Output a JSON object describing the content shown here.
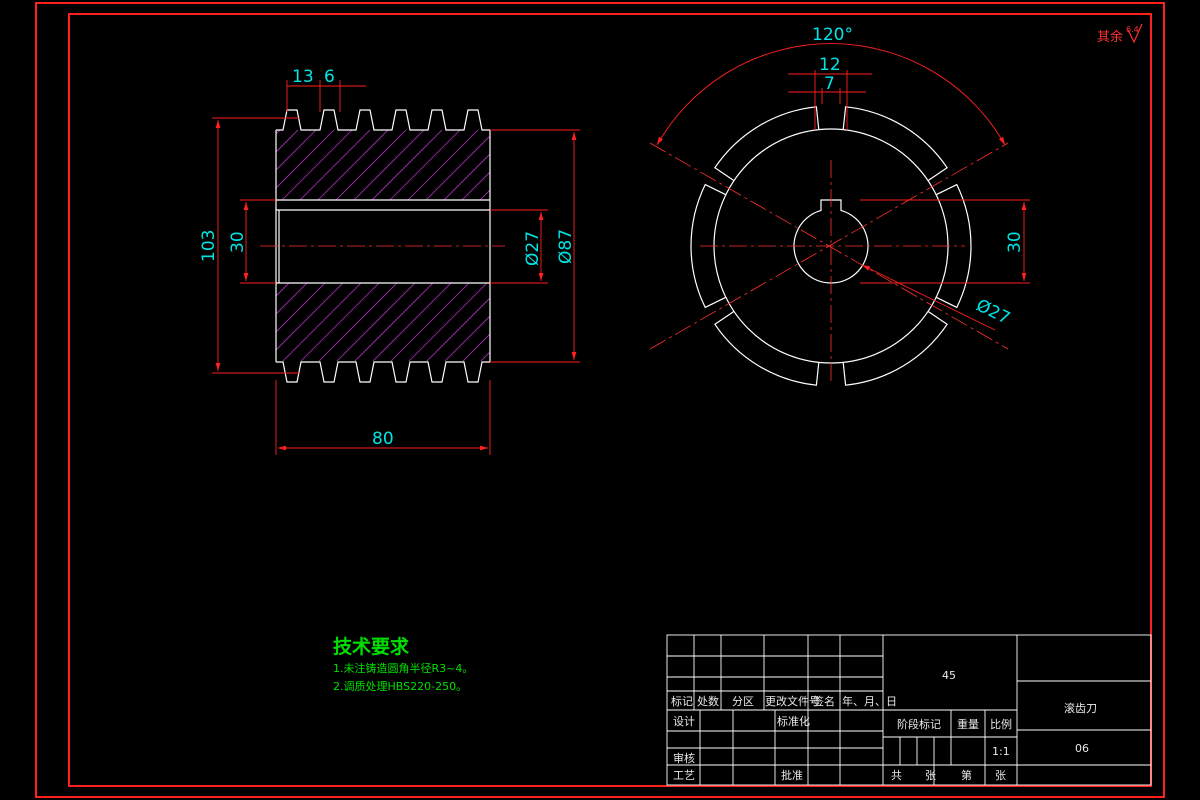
{
  "drawing": {
    "roughness_note": "其余",
    "roughness_value": "6.4",
    "colors": {
      "border": "#ff2020",
      "outline": "#ffffff",
      "dimension": "#00e5e5",
      "hatch": "#b030c0",
      "centerline": "#ff3030",
      "text": "#00e000"
    }
  },
  "side_view": {
    "dims": {
      "pitch": "13",
      "tooth": "6",
      "outer_height": "103",
      "bore_height": "30",
      "bore_dia": "Ø27",
      "body_dia": "Ø87",
      "length": "80"
    }
  },
  "front_view": {
    "dims": {
      "angle": "120°",
      "key_outer": "12",
      "key_inner": "7",
      "keyway_height": "30",
      "bore_dia": "Ø27"
    }
  },
  "tech_requirements": {
    "title": "技术要求",
    "items": [
      "1.未注铸造圆角半径R3~4。",
      "2.调质处理HBS220-250。"
    ]
  },
  "title_block": {
    "material": "45",
    "part_name": "滚齿刀",
    "drawing_no": "06",
    "scale": "1:1",
    "headers": [
      "标记",
      "处数",
      "分区",
      "更改文件号",
      "签名",
      "年、月、日"
    ],
    "design": "设计",
    "standardize": "标准化",
    "stage_mark": "阶段标记",
    "weight": "重量",
    "ratio": "比例",
    "review": "审核",
    "process": "工艺",
    "approve": "批准",
    "sheets_total": "共",
    "sheets_unit1": "张",
    "sheet_of": "第",
    "sheets_unit2": "张"
  }
}
